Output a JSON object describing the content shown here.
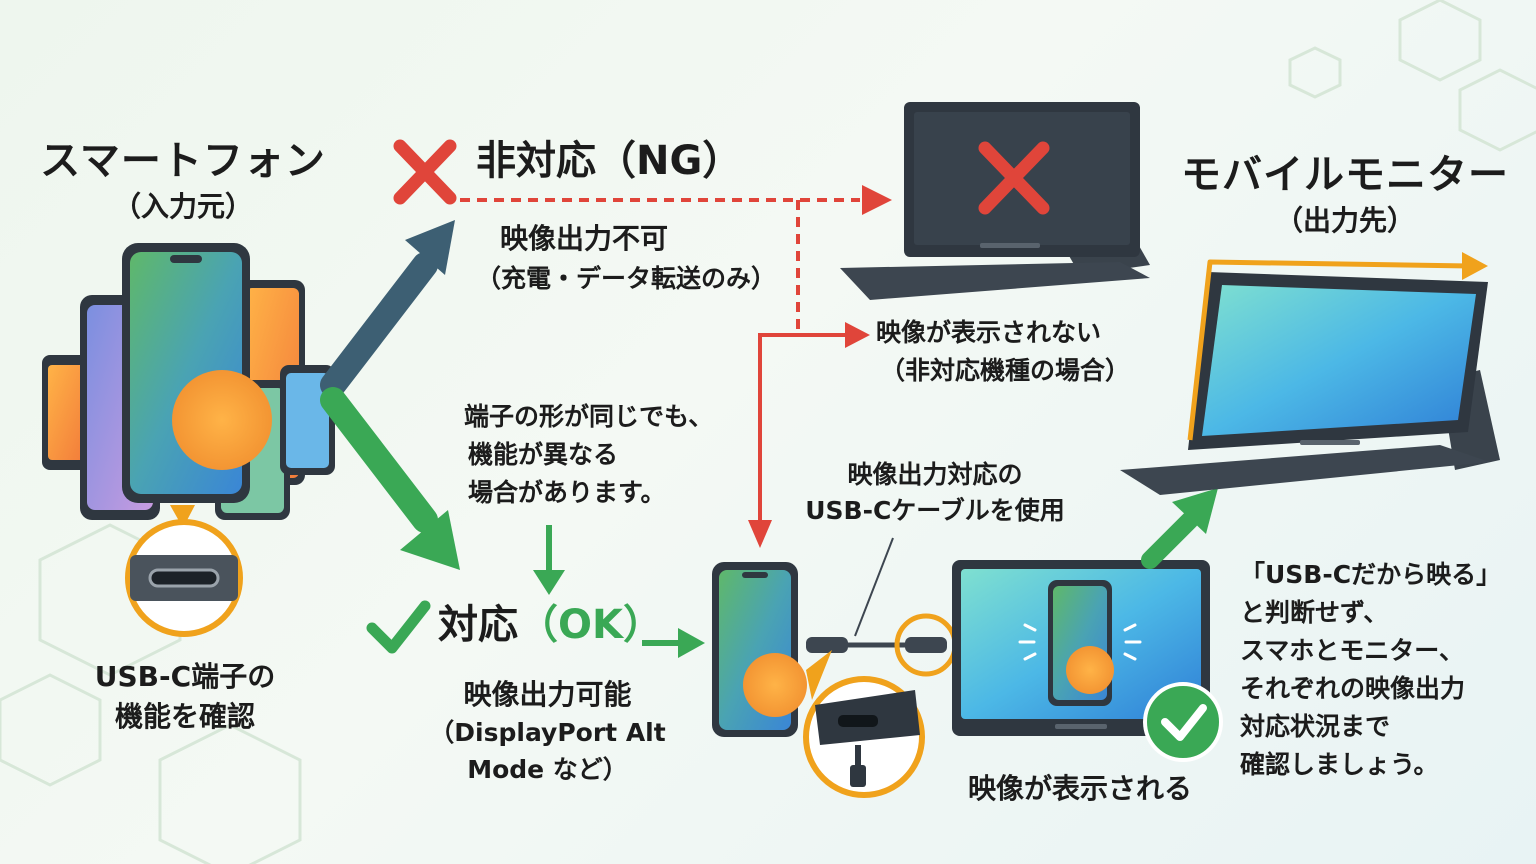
{
  "source": {
    "title": "スマートフォン",
    "subtitle": "（入力元）",
    "port_caption_line1": "USB-C端子の",
    "port_caption_line2": "機能を確認"
  },
  "ng": {
    "heading": "非対応（NG）",
    "line1": "映像出力不可",
    "line2": "（充電・データ転送のみ）",
    "result_line1": "映像が表示されない",
    "result_line2": "（非対応機種の場合）"
  },
  "note": {
    "line1": "端子の形が同じでも、",
    "line2": "機能が異なる",
    "line3": "場合があります。"
  },
  "ok": {
    "heading_prefix": "対応",
    "heading_ok": "（OK）",
    "line1": "映像出力可能",
    "line2": "（DisplayPort Alt",
    "line3": "Mode など）",
    "result": "映像が表示される"
  },
  "cable": {
    "line1": "映像出力対応の",
    "line2": "USB-Cケーブルを使用"
  },
  "target": {
    "title": "モバイルモニター",
    "subtitle": "（出力先）"
  },
  "advice": {
    "line1": "「USB-Cだから映る」",
    "line2": "と判断せず、",
    "line3": "スマホとモニター、",
    "line4": "それぞれの映像出力",
    "line5": "対応状況まで",
    "line6": "確認しましょう。"
  },
  "colors": {
    "ng_red": "#e0453a",
    "ok_green": "#3aa855",
    "arrow_blue": "#3d5f73",
    "highlight_orange": "#f0a21c",
    "device_dark": "#2f3740"
  },
  "icons": [
    "x-mark-icon",
    "check-mark-icon",
    "usb-c-port-icon",
    "usb-c-cable-icon"
  ]
}
